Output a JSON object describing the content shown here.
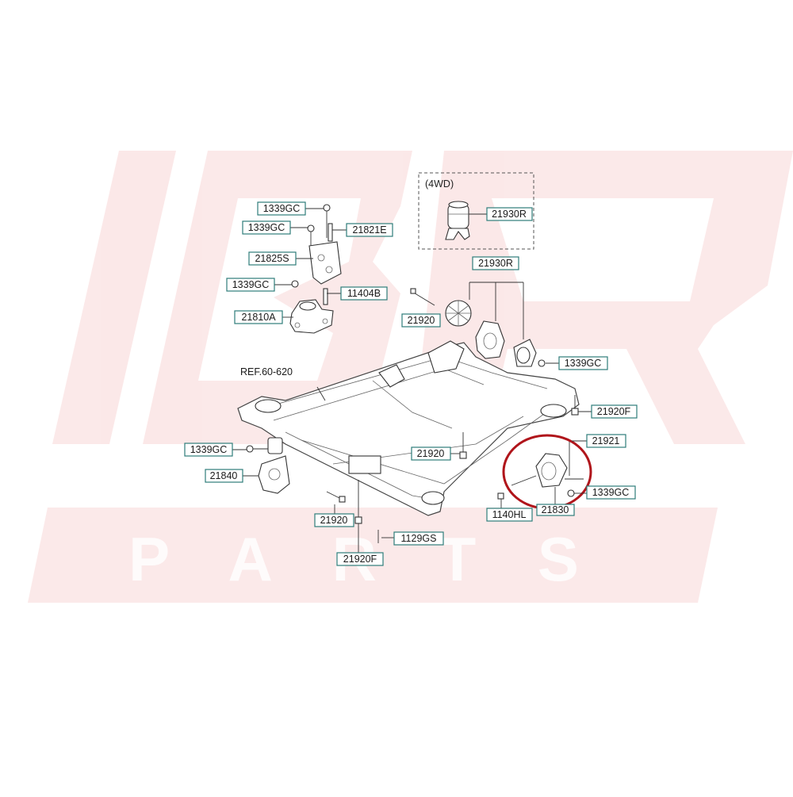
{
  "watermark": {
    "logo_letters": "IBR",
    "word": "P A R T S",
    "color": "#e24b4b"
  },
  "diagram": {
    "ref_label": "REF.60-620",
    "group_label": "(4WD)",
    "highlight_color": "#b0151b",
    "part_labels": [
      "1339GC",
      "1339GC",
      "21821E",
      "21825S",
      "1339GC",
      "11404B",
      "21810A",
      "21930R",
      "21930R",
      "21920",
      "1339GC",
      "21920F",
      "21921",
      "21920",
      "1339GC",
      "21840",
      "1339GC",
      "1140HL",
      "21830",
      "21920",
      "1129GS",
      "21920F"
    ]
  }
}
